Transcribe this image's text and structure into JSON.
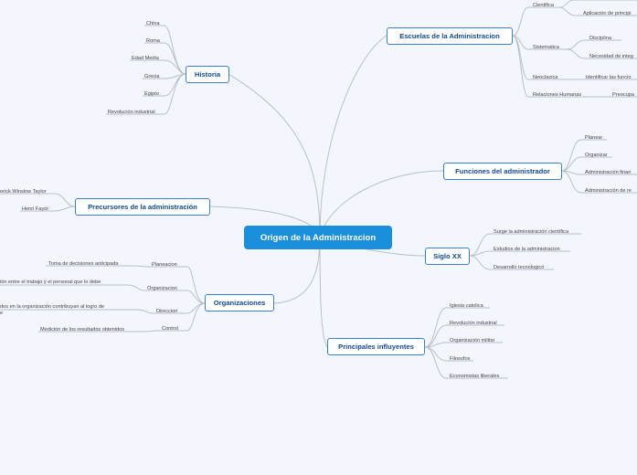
{
  "root": {
    "label": "Origen de la Administracion"
  },
  "historia": {
    "label": "Historia",
    "items": [
      "China",
      "Roma",
      "Edad Media",
      "Grecia",
      "Egipto",
      "Revolución industrial"
    ]
  },
  "precursores": {
    "label": "Precursores de la administración",
    "items": [
      "erick Winslow Taylor",
      "Henri Fayol"
    ]
  },
  "organizaciones": {
    "label": "Organizaciones",
    "subs": [
      "Planeacion",
      "Organizacion",
      "Direccion",
      "Control"
    ],
    "details": [
      "Toma de decisiones anticipada",
      "ión entre el trabajo y el personal que lo debe",
      "dos en la organización contribuyan al logro de",
      "Medición de los resultados obtenidos"
    ]
  },
  "escuelas": {
    "label": "Escuelas de la Administracion",
    "subs": [
      "Cientifica",
      "Sistematica",
      "Neoclasica",
      "Relaciones Humanas"
    ],
    "details": [
      "Aplicación de principi",
      "Disciplina",
      "Necesidad de integ",
      "Identificar las funcio",
      "Preocupa"
    ]
  },
  "funciones": {
    "label": "Funciones del administrador",
    "items": [
      "Planear",
      "Organizar",
      "Administración finan",
      "Administración de re"
    ]
  },
  "siglo": {
    "label": "Siglo XX",
    "items": [
      "Surge la administración científica",
      "Estudios de la administracion",
      "Desarrollo tecnologico"
    ]
  },
  "influyentes": {
    "label": "Principales influyentes",
    "items": [
      "Iglesia catolica",
      "Revolución industrial",
      "Organización militar",
      "Filosofos",
      "Economistas liberales"
    ]
  }
}
